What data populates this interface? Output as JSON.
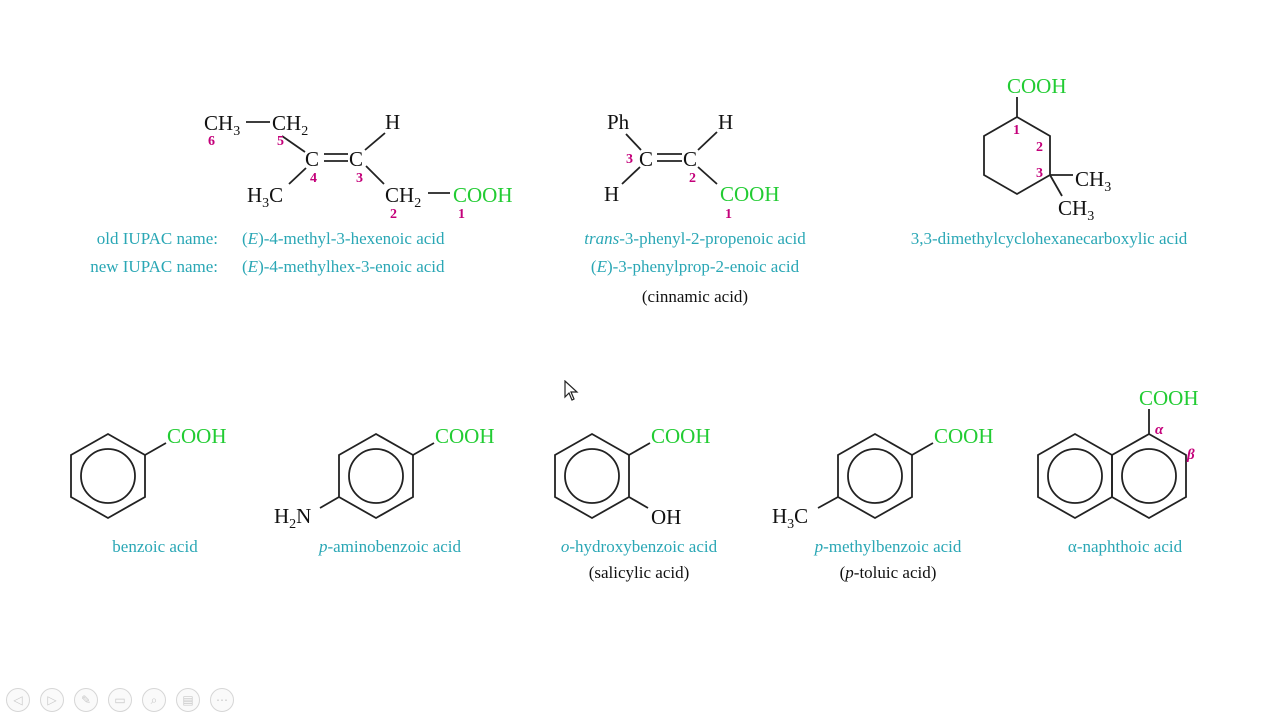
{
  "slide": {
    "row1": {
      "label_old": "old IUPAC name:",
      "label_new": "new IUPAC name:",
      "compounds": [
        {
          "old_prefix": "(",
          "old_italic": "E",
          "old_rest": ")-4-methyl-3-hexenoic acid",
          "new_prefix": "(",
          "new_italic": "E",
          "new_rest": ")-4-methylhex-3-enoic acid"
        },
        {
          "old_italic": "trans",
          "old_rest": "-3-phenyl-2-propenoic acid",
          "new_prefix": "(",
          "new_italic": "E",
          "new_rest": ")-3-phenylprop-2-enoic acid",
          "common": "(cinnamic acid)"
        },
        {
          "old_rest": "3,3-dimethylcyclohexanecarboxylic acid"
        }
      ]
    },
    "row2": [
      {
        "name_italic": "",
        "name_rest": "benzoic acid"
      },
      {
        "name_italic": "p",
        "name_rest": "-aminobenzoic acid"
      },
      {
        "name_italic": "o",
        "name_rest": "-hydroxybenzoic acid",
        "common": "(salicylic acid)"
      },
      {
        "name_italic": "p",
        "name_rest": "-methylbenzoic acid",
        "common_prefix": "(",
        "common_italic": "p",
        "common_rest": "-toluic acid)"
      },
      {
        "name_italic": "α",
        "name_rest": "-naphthoic acid"
      }
    ],
    "atoms": {
      "ch3": "CH",
      "ch2": "CH",
      "h": "H",
      "c": "C",
      "h3c": "H",
      "cooh": "COOH",
      "ph": "Ph",
      "h2n": "H",
      "oh": "OH",
      "sub2": "2",
      "sub3": "3",
      "n": "N"
    },
    "numbers": {
      "n1": "1",
      "n2": "2",
      "n3": "3",
      "n4": "4",
      "n5": "5",
      "n6": "6"
    },
    "greek": {
      "alpha": "α",
      "beta": "β"
    }
  },
  "toolbar": {
    "icons": [
      "prev-icon",
      "next-icon",
      "pen-icon",
      "copy-icon",
      "zoom-icon",
      "slides-icon",
      "more-icon"
    ],
    "glyphs": [
      "◁",
      "▷",
      "✎",
      "▭",
      "⌕",
      "▤",
      "⋯"
    ]
  },
  "colors": {
    "iupac_name": "#2aa7b5",
    "cooh": "#22cc33",
    "numbering": "#c4007a",
    "text": "#111111"
  }
}
